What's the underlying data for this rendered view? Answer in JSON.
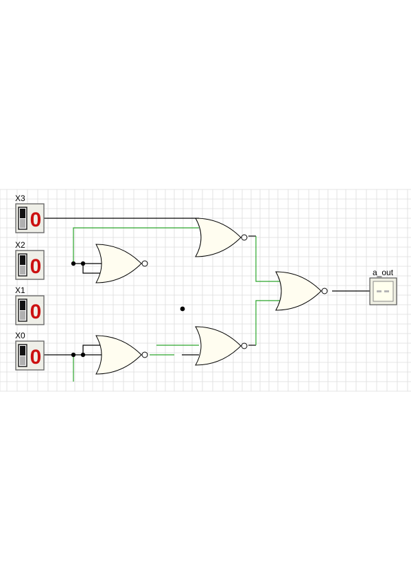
{
  "colors": {
    "background": "#ffffff",
    "grid": "#dcdcdc",
    "wire_black": "#000000",
    "wire_green": "#2aa52a",
    "gate_fill": "#fffdf0",
    "gate_stroke": "#000000",
    "display_red": "#cc1111",
    "switch_frame": "#6a6a6a",
    "switch_bg": "#efefe8",
    "output_fill": "#ffffee"
  },
  "inputs": [
    {
      "label": "X3",
      "value": "0"
    },
    {
      "label": "X2",
      "value": "0"
    },
    {
      "label": "X1",
      "value": "0"
    },
    {
      "label": "X0",
      "value": "0"
    }
  ],
  "output": {
    "label": "a_out"
  },
  "gates": [
    {
      "type": "NOR",
      "name": "nor-gate-upper-left"
    },
    {
      "type": "NOR",
      "name": "nor-gate-lower-left"
    },
    {
      "type": "NOR",
      "name": "nor-gate-upper-mid"
    },
    {
      "type": "NOR",
      "name": "nor-gate-lower-mid"
    },
    {
      "type": "NOR",
      "name": "nor-gate-final"
    }
  ]
}
